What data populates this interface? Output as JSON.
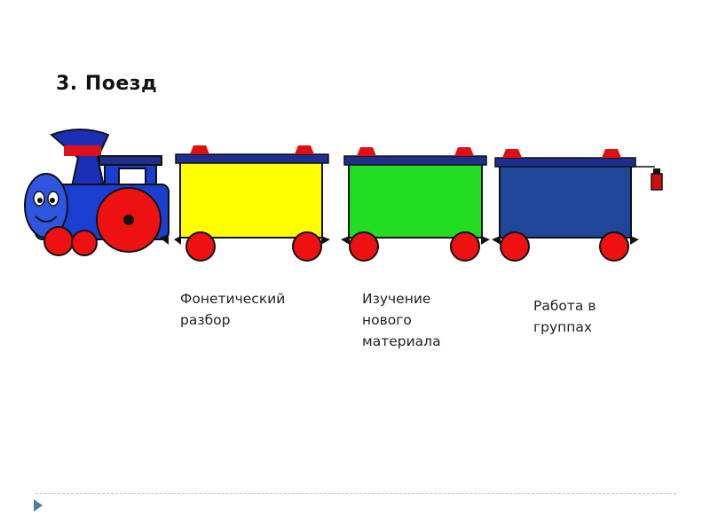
{
  "slide": {
    "title": "3. Поезд"
  },
  "wagons": [
    {
      "color": "#ffff00",
      "caption": "Фонетический\nразбор"
    },
    {
      "color": "#22dd22",
      "caption": "Изучение\nнового\nматериала"
    },
    {
      "color": "#1e4799",
      "caption": "Работа в\nгруппах"
    }
  ],
  "colors": {
    "locomotive_body": "#1a3fd0",
    "wheels": "#ee1111",
    "roof": "#1f2f8f",
    "divider": "#b9c7cf",
    "nav_arrow": "#4f7da0"
  },
  "icons": [
    "locomotive-icon",
    "lantern-icon",
    "nav-arrow-icon"
  ]
}
